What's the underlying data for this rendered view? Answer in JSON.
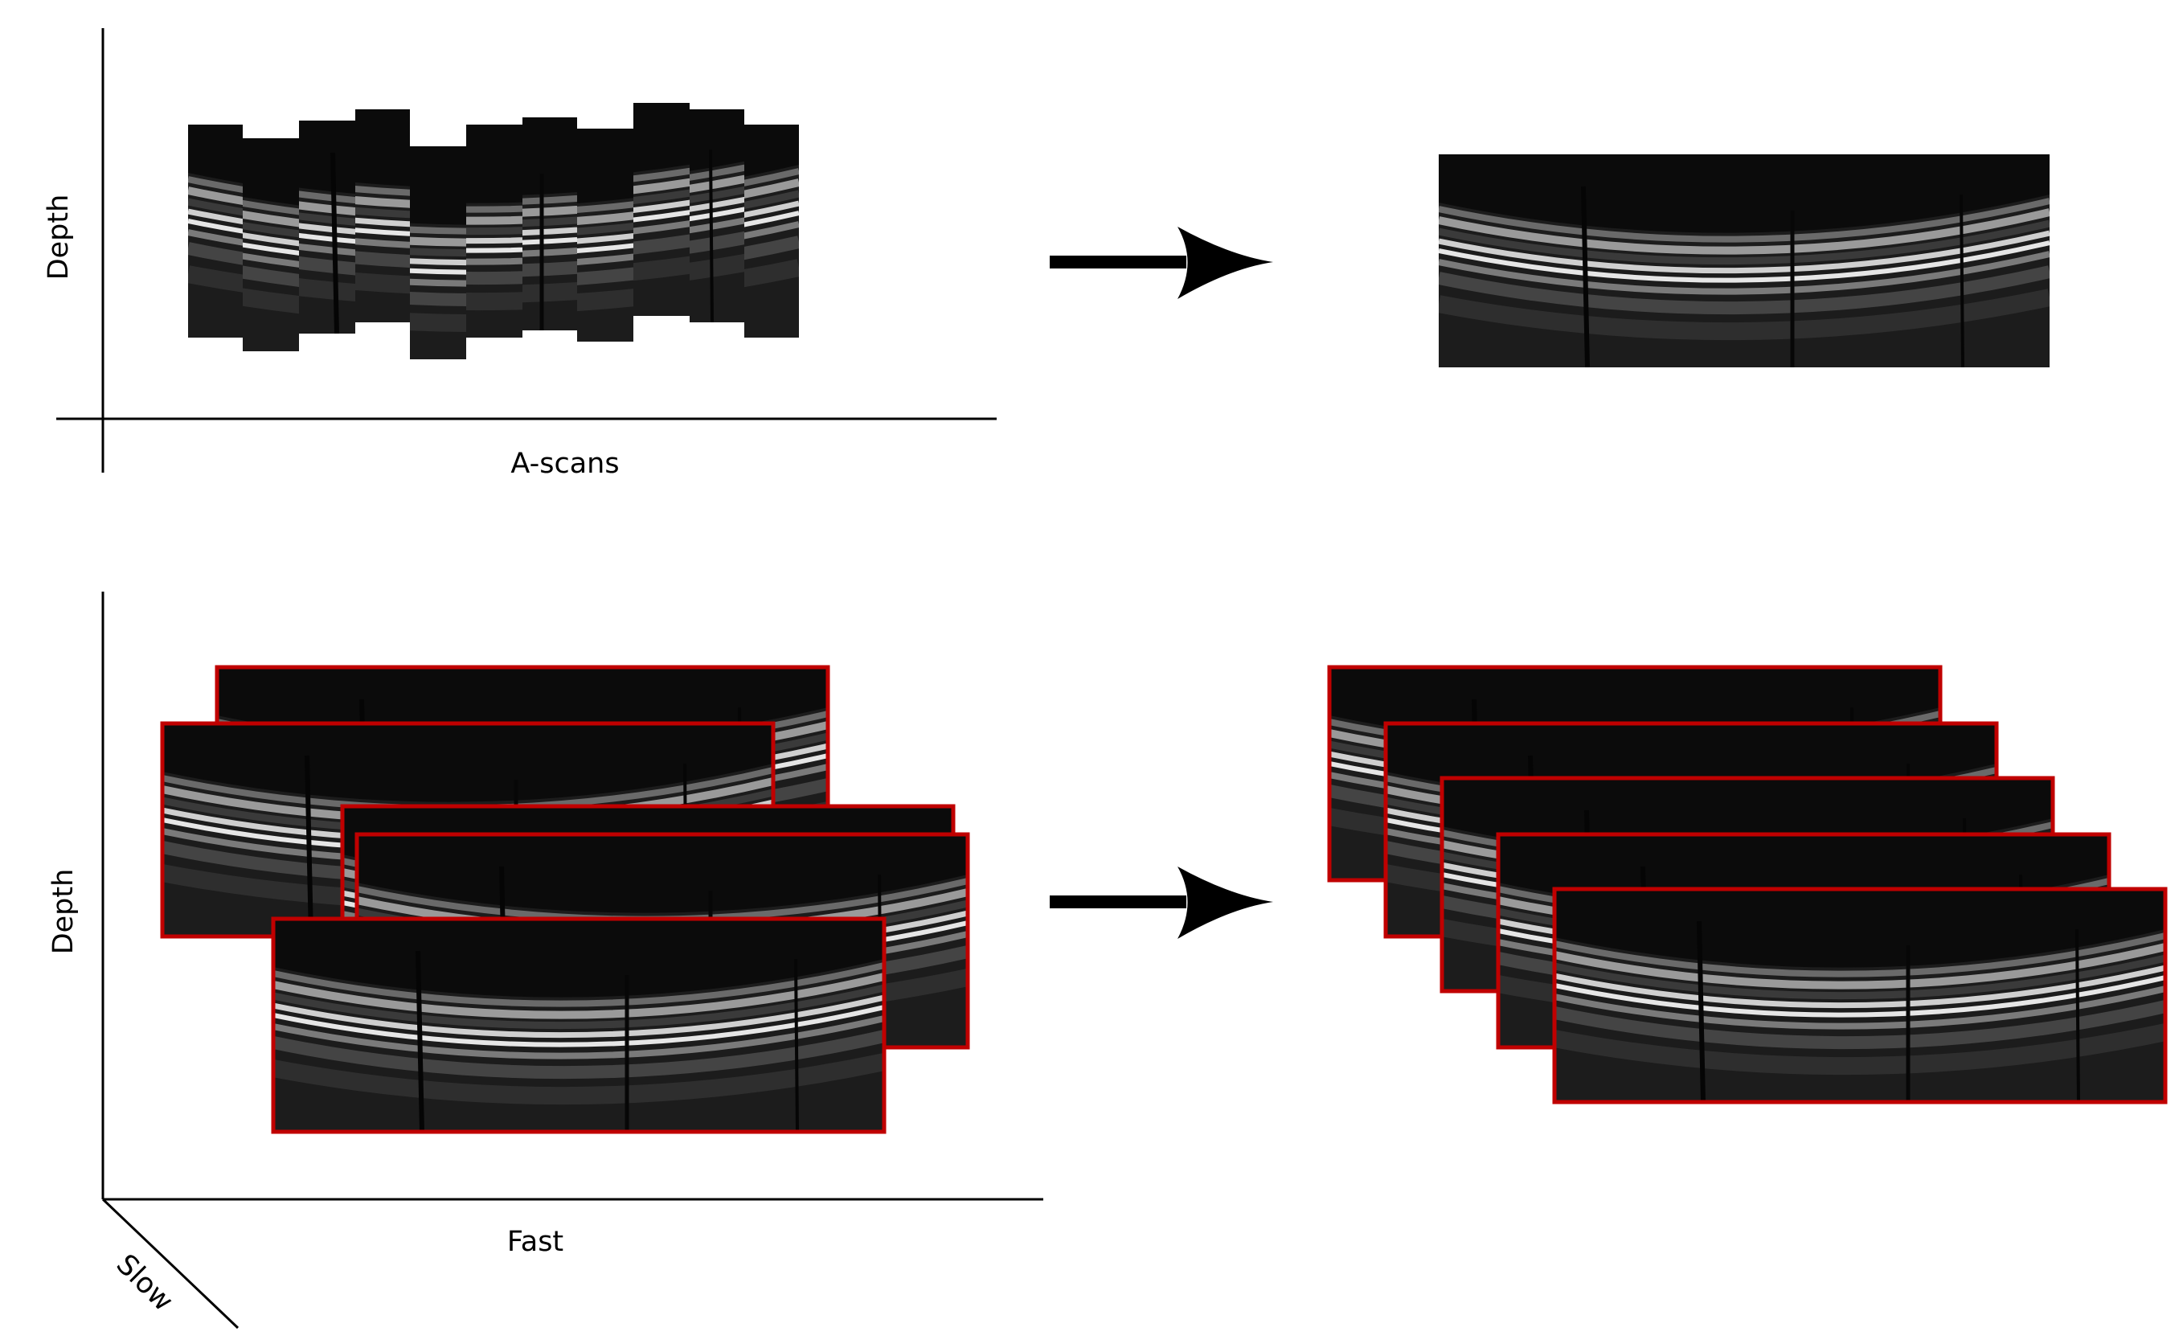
{
  "top_panel": {
    "y_label": "Depth",
    "x_label": "A-scans"
  },
  "bottom_panel": {
    "depth_label": "Depth",
    "fast_label": "Fast",
    "slow_label": "Slow"
  },
  "colors": {
    "frame_border": "#c00000",
    "axis": "#000000",
    "arrow": "#000000",
    "scan_background": "#0b0b0b"
  }
}
